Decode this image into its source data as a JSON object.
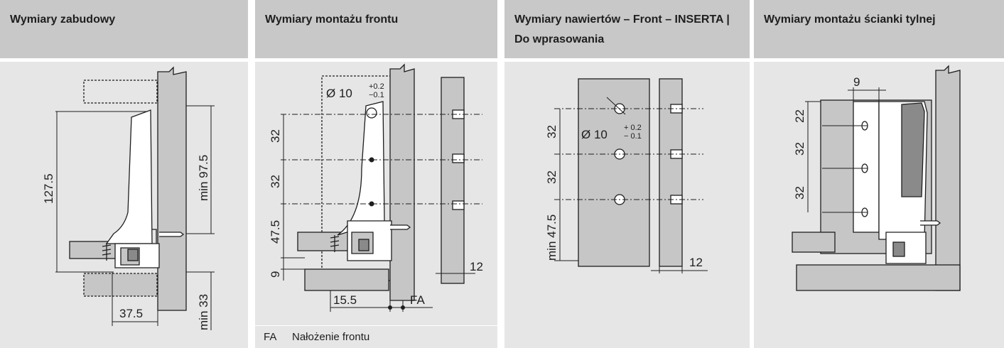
{
  "panels": [
    {
      "title": "Wymiary zabudowy",
      "dims": {
        "height": "127.5",
        "min_top": "min 97.5",
        "min_bottom": "min 33",
        "width": "37.5"
      }
    },
    {
      "title": "Wymiary montażu frontu",
      "dims": {
        "diameter": "Ø 10",
        "tol_plus": "+0.2",
        "tol_minus": "−0.1",
        "d1": "32",
        "d2": "32",
        "d3": "47.5",
        "d4": "9",
        "offset": "15.5",
        "fa": "FA",
        "thickness": "12"
      },
      "legend": {
        "key": "FA",
        "text": "Nałożenie frontu"
      }
    },
    {
      "title": "Wymiary nawiertów – Front – INSERTA | Do wprasowania",
      "dims": {
        "diameter": "Ø 10",
        "tol_plus": "+ 0.2",
        "tol_minus": "− 0.1",
        "d1": "32",
        "d2": "32",
        "d3": "min 47.5",
        "thickness": "12"
      }
    },
    {
      "title": "Wymiary montażu ścianki tylnej",
      "dims": {
        "top": "9",
        "d1": "22",
        "d2": "32",
        "d3": "32"
      }
    }
  ],
  "colors": {
    "header": "#c8c8c8",
    "body": "#e6e6e6",
    "part": "#c6c6c6",
    "line": "#1e1e1e"
  }
}
